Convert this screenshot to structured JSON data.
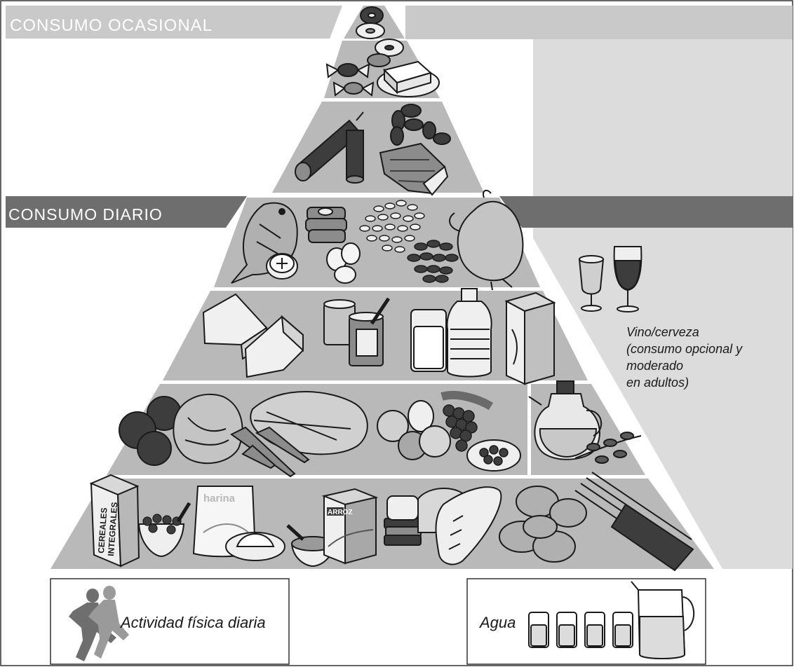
{
  "banners": {
    "occasional": "CONSUMO OCASIONAL",
    "daily": "CONSUMO DIARIO"
  },
  "wine_note": {
    "lines": [
      "Vino/cerveza",
      "(consumo opcional y",
      "moderado",
      "en adultos)"
    ]
  },
  "activity_box": {
    "label": "Actividad física diaria"
  },
  "water_box": {
    "label": "Agua"
  },
  "package_text": {
    "flour_bag": "harina",
    "rice_box": "ARROZ",
    "cereal_box_line1": "CEREALES",
    "cereal_box_line2": "INTEGRALES"
  },
  "colors": {
    "tier_fill": "#b9b9b9",
    "side_band": "#dcdcdc",
    "banner_dark": "#6e6e6e",
    "banner_light": "#c9c9c9",
    "outline": "#1a1a1a",
    "food_dark": "#3d3d3d",
    "food_mid": "#8c8c8c",
    "food_light": "#efefef"
  }
}
